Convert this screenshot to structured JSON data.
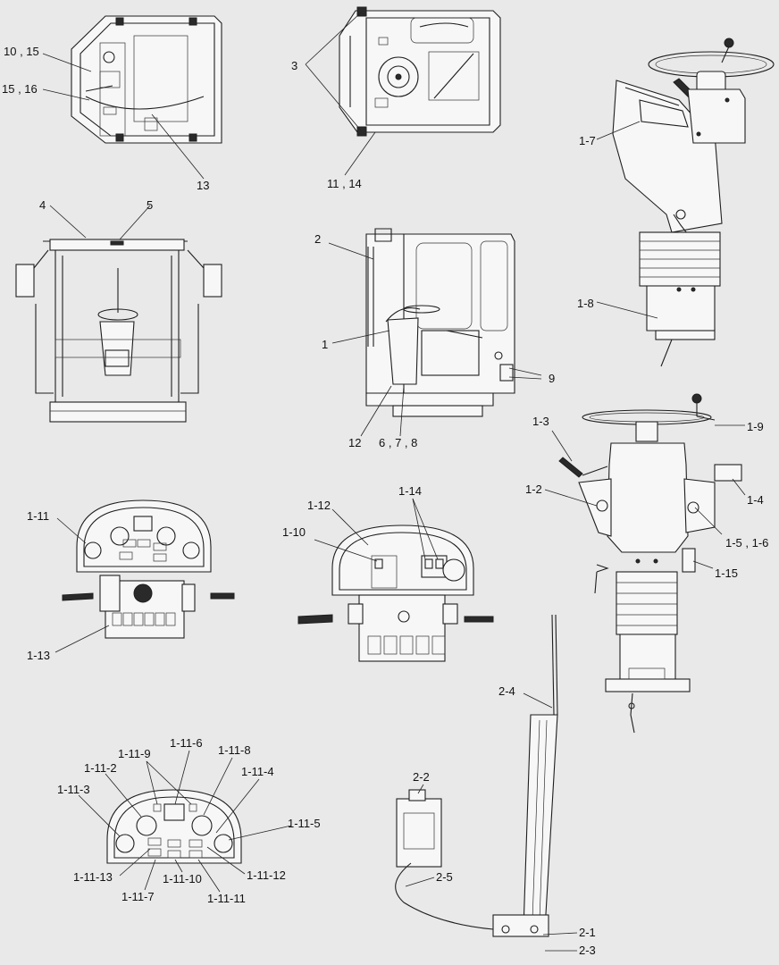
{
  "callouts": [
    {
      "id": "c-10-15",
      "text": "10 , 15"
    },
    {
      "id": "c-15-16",
      "text": "15 , 16"
    },
    {
      "id": "c-13",
      "text": "13"
    },
    {
      "id": "c-3",
      "text": "3"
    },
    {
      "id": "c-11-14",
      "text": "11 , 14"
    },
    {
      "id": "c-1-7",
      "text": "1-7"
    },
    {
      "id": "c-4",
      "text": "4"
    },
    {
      "id": "c-5",
      "text": "5"
    },
    {
      "id": "c-2",
      "text": "2"
    },
    {
      "id": "c-1",
      "text": "1"
    },
    {
      "id": "c-9",
      "text": "9"
    },
    {
      "id": "c-12",
      "text": "12"
    },
    {
      "id": "c-6-7-8",
      "text": "6 , 7 , 8"
    },
    {
      "id": "c-1-8",
      "text": "1-8"
    },
    {
      "id": "c-1-9",
      "text": "1-9"
    },
    {
      "id": "c-1-3",
      "text": "1-3"
    },
    {
      "id": "c-1-2",
      "text": "1-2"
    },
    {
      "id": "c-1-4",
      "text": "1-4"
    },
    {
      "id": "c-1-5-1-6",
      "text": "1-5 , 1-6"
    },
    {
      "id": "c-1-15",
      "text": "1-15"
    },
    {
      "id": "c-1-11",
      "text": "1-11"
    },
    {
      "id": "c-1-13",
      "text": "1-13"
    },
    {
      "id": "c-1-12",
      "text": "1-12"
    },
    {
      "id": "c-1-14",
      "text": "1-14"
    },
    {
      "id": "c-1-10",
      "text": "1-10"
    },
    {
      "id": "c-2-4",
      "text": "2-4"
    },
    {
      "id": "c-2-2",
      "text": "2-2"
    },
    {
      "id": "c-2-5",
      "text": "2-5"
    },
    {
      "id": "c-2-1",
      "text": "2-1"
    },
    {
      "id": "c-2-3",
      "text": "2-3"
    },
    {
      "id": "c-1-11-9",
      "text": "1-11-9"
    },
    {
      "id": "c-1-11-6",
      "text": "1-11-6"
    },
    {
      "id": "c-1-11-8",
      "text": "1-11-8"
    },
    {
      "id": "c-1-11-2",
      "text": "1-11-2"
    },
    {
      "id": "c-1-11-4",
      "text": "1-11-4"
    },
    {
      "id": "c-1-11-3",
      "text": "1-11-3"
    },
    {
      "id": "c-1-11-5",
      "text": "1-11-5"
    },
    {
      "id": "c-1-11-13",
      "text": "1-11-13"
    },
    {
      "id": "c-1-11-7",
      "text": "1-11-7"
    },
    {
      "id": "c-1-11-10",
      "text": "1-11-10"
    },
    {
      "id": "c-1-11-11",
      "text": "1-11-11"
    },
    {
      "id": "c-1-11-12",
      "text": "1-11-12"
    }
  ]
}
